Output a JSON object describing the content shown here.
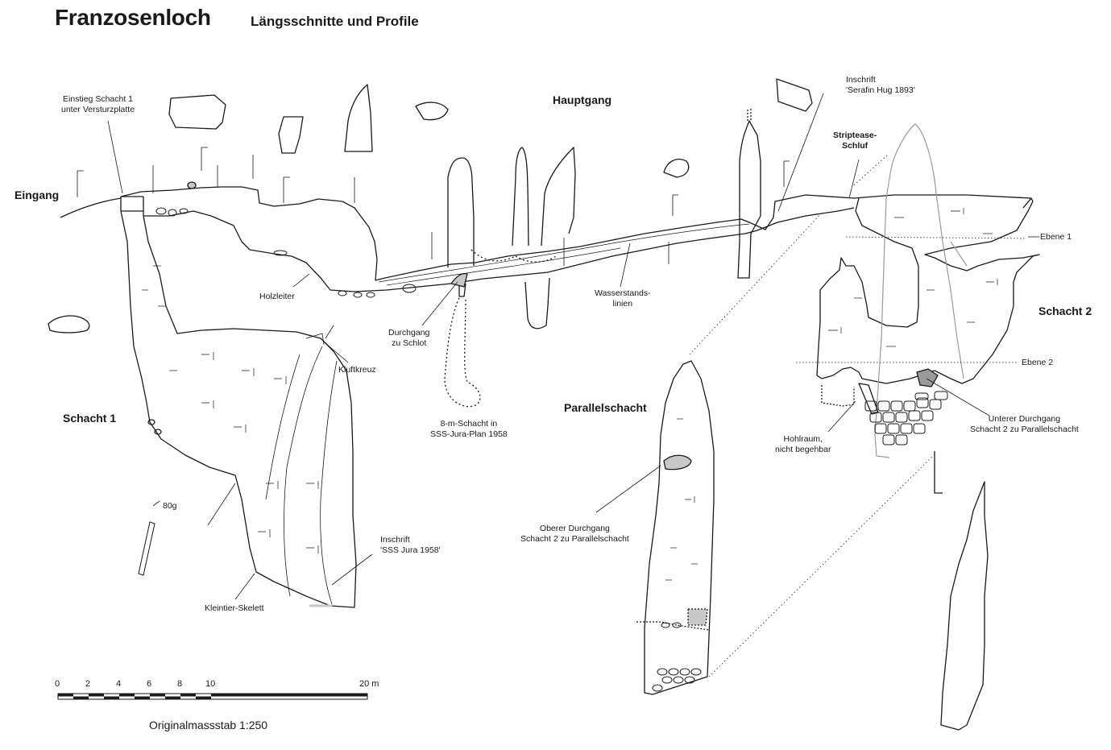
{
  "header": {
    "title": "Franzosenloch",
    "subtitle": "Längsschnitte und Profile"
  },
  "sections": {
    "eingang": "Eingang",
    "hauptgang": "Hauptgang",
    "schacht1": "Schacht 1",
    "schacht2": "Schacht 2",
    "parallelschacht": "Parallelschacht"
  },
  "annotations": {
    "einstieg_1": "Einstieg Schacht 1",
    "einstieg_2": "unter Versturzplatte",
    "holzleiter": "Holzleiter",
    "kluftkreuz": "Kluftkreuz",
    "durchgang_1": "Durchgang",
    "durchgang_2": "zu Schlot",
    "achtm_1": "8-m-Schacht in",
    "achtm_2": "SSS-Jura-Plan 1958",
    "wasser_1": "Wasserstands-",
    "wasser_2": "linien",
    "inschrift_hug_1": "Inschrift",
    "inschrift_hug_2": "'Serafin Hug 1893'",
    "striptease_1": "Striptease-",
    "striptease_2": "Schluf",
    "ebene1": "Ebene 1",
    "ebene2": "Ebene 2",
    "unterer_1": "Unterer Durchgang",
    "unterer_2": "Schacht 2 zu Parallelschacht",
    "hohlraum_1": "Hohlraum,",
    "hohlraum_2": "nicht begehbar",
    "oberer_1": "Oberer Durchgang",
    "oberer_2": "Schacht 2 zu Parallelschacht",
    "inschrift_sss_1": "Inschrift",
    "inschrift_sss_2": "'SSS Jura 1958'",
    "kleintier": "Kleintier-Skelett",
    "inclination": "80g"
  },
  "scale_bar": {
    "ticks": [
      "0",
      "2",
      "4",
      "6",
      "8",
      "10",
      "20 m"
    ],
    "caption": "Originalmassstab 1:250"
  },
  "colors": {
    "outline": "#1a1a1a",
    "grey_fill": "#c8c8c8",
    "grey_line": "#9a9a9a"
  }
}
